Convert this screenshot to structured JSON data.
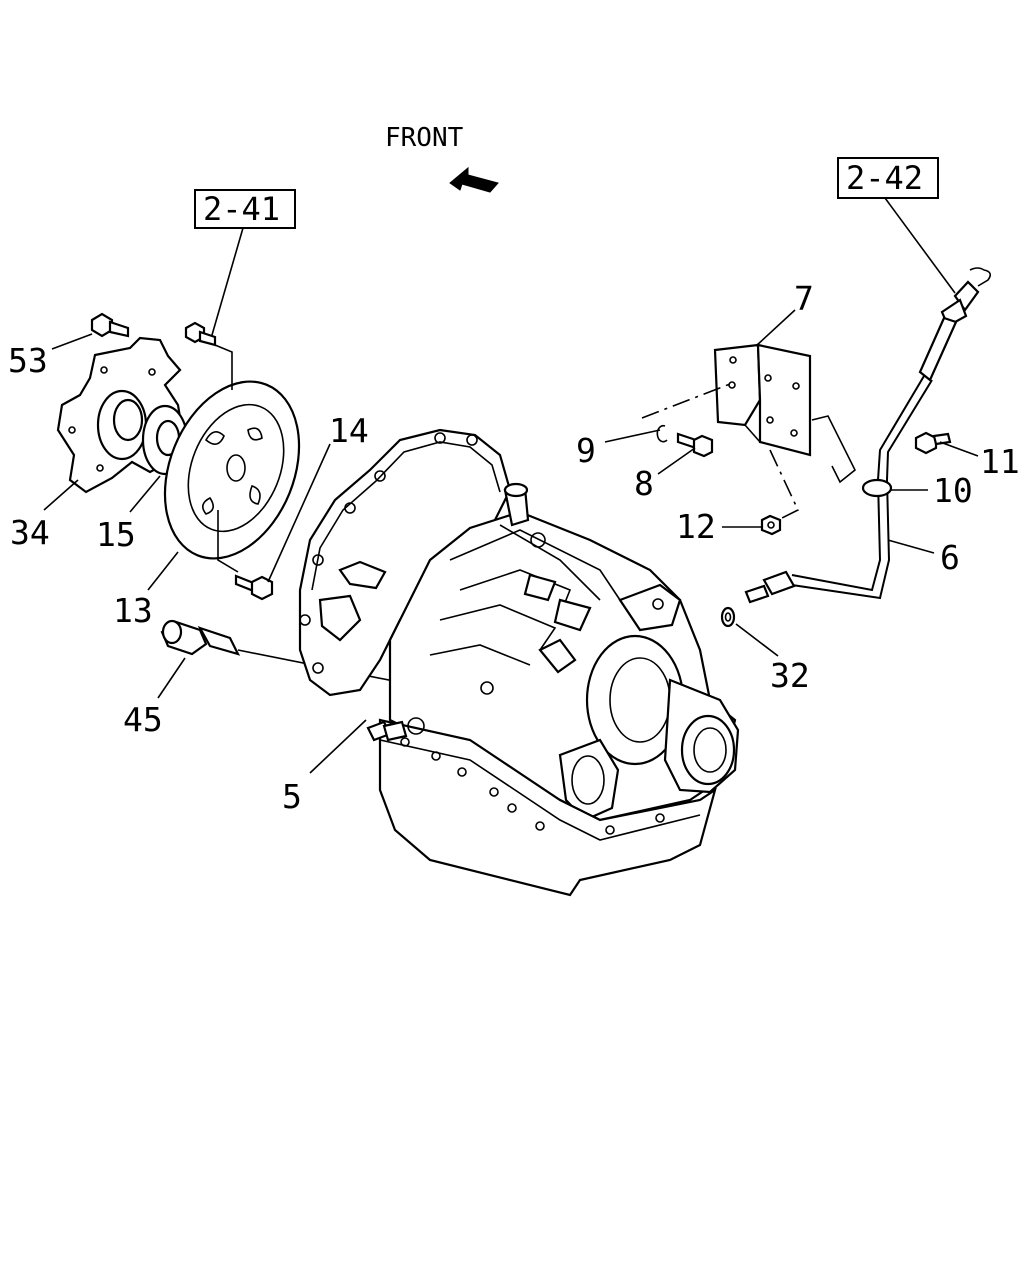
{
  "direction": {
    "label": "FRONT",
    "icon": "front-arrow-icon"
  },
  "references": [
    {
      "id": "ref-2-41",
      "text": "2-41"
    },
    {
      "id": "ref-2-42",
      "text": "2-42"
    }
  ],
  "callouts": {
    "p53": "53",
    "p34": "34",
    "p15": "15",
    "p13": "13",
    "p14": "14",
    "p45": "45",
    "p5": "5",
    "p7": "7",
    "p9": "9",
    "p8": "8",
    "p12": "12",
    "p11": "11",
    "p10": "10",
    "p6": "6",
    "p32": "32"
  }
}
